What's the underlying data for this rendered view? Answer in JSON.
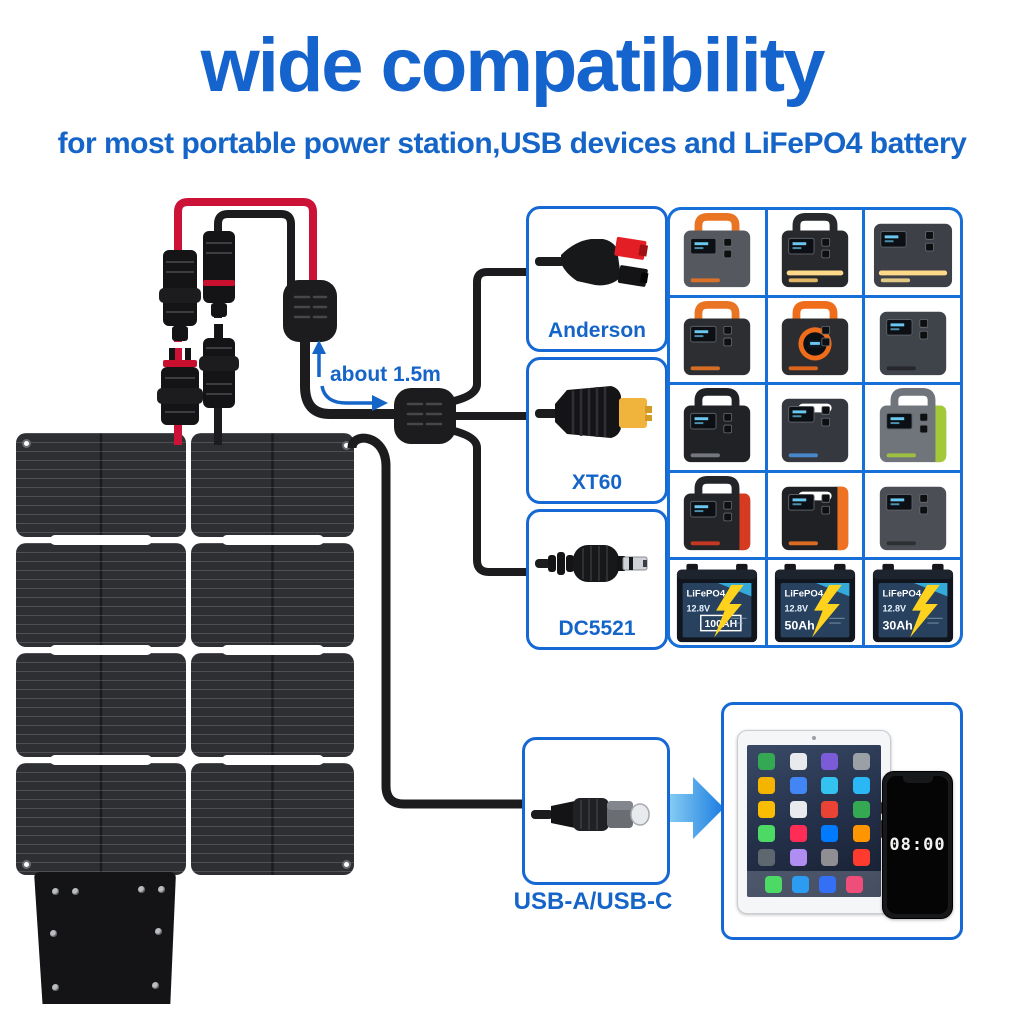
{
  "header": {
    "title": "wide compatibility",
    "subtitle": "for most portable power station,USB devices and LiFePO4 battery"
  },
  "annotations": {
    "cable_length": "about 1.5m"
  },
  "connectors": [
    {
      "id": "anderson",
      "label": "Anderson"
    },
    {
      "id": "xt60",
      "label": "XT60"
    },
    {
      "id": "dc5521",
      "label": "DC5521"
    },
    {
      "id": "usb",
      "label": "USB-A/USB-C"
    }
  ],
  "colors": {
    "accent_blue": "#1565c8",
    "border_blue": "#1668d4",
    "cable_black": "#1c1c1e",
    "cable_red": "#cc1236",
    "anderson_red": "#e31e24",
    "xt60_yellow": "#f0b43c",
    "arrow_light": "#9adcf7",
    "arrow_dark": "#1c7de0",
    "battery_label_blue": "#28415f",
    "bolt_yellow": "#ffd21e"
  },
  "power_stations": [
    {
      "body": "#55585e",
      "accent": "#e87424",
      "handle": "bar",
      "handleAccent": true
    },
    {
      "body": "#27292c",
      "accent": "#f5c469",
      "handle": "bar",
      "lightbar": true
    },
    {
      "body": "#3d4046",
      "accent": "#f3d78a",
      "handle": "none",
      "wide": true,
      "lightbar": true
    },
    {
      "body": "#2c2e31",
      "accent": "#e87424",
      "handle": "bar",
      "handleAccent": true
    },
    {
      "body": "#2b2d30",
      "accent": "#ef6c1a",
      "handle": "bar",
      "handleAccent": true,
      "ring": true
    },
    {
      "body": "#3f434a",
      "accent": "#23262b",
      "handle": "none"
    },
    {
      "body": "#202225",
      "accent": "#7d8187",
      "handle": "bar"
    },
    {
      "body": "#35393f",
      "accent": "#4a90d9",
      "handle": "hole"
    },
    {
      "body": "#70757c",
      "accent": "#a3c93a",
      "handle": "bar",
      "sideAccent": true
    },
    {
      "body": "#232528",
      "accent": "#d63b22",
      "handle": "bar",
      "sideAccent": true
    },
    {
      "body": "#1f2124",
      "accent": "#ef7223",
      "handle": "hole",
      "sideAccent": true
    },
    {
      "body": "#4b4f55",
      "accent": "#2a2c2f",
      "handle": "none"
    }
  ],
  "batteries": [
    {
      "brand": "LiFePO4",
      "voltage": "12.8V",
      "capacity": "100AH",
      "boxed": true
    },
    {
      "brand": "LiFePO4",
      "voltage": "12.8V",
      "capacity": "50Ah",
      "boxed": false
    },
    {
      "brand": "LiFePO4",
      "voltage": "12.8V",
      "capacity": "30Ah",
      "boxed": false
    }
  ],
  "devices": {
    "phone_time": "08:00",
    "tablet_icon_colors": [
      "#34a853",
      "#e8eaed",
      "#7b5cd6",
      "#9aa0a6",
      "#f4b400",
      "#4285f4",
      "#34c3f0",
      "#2bb6f6",
      "#fbbc04",
      "#e8eaed",
      "#ea4335",
      "#34a853",
      "#4cd964",
      "#ff2d55",
      "#007aff",
      "#ff9500",
      "#5e6770",
      "#b08df0",
      "#8e8e93",
      "#ff3b30"
    ],
    "tablet_dock_colors": [
      "#4cd964",
      "#2b9cf2",
      "#3370f5",
      "#ef4d7a"
    ]
  }
}
